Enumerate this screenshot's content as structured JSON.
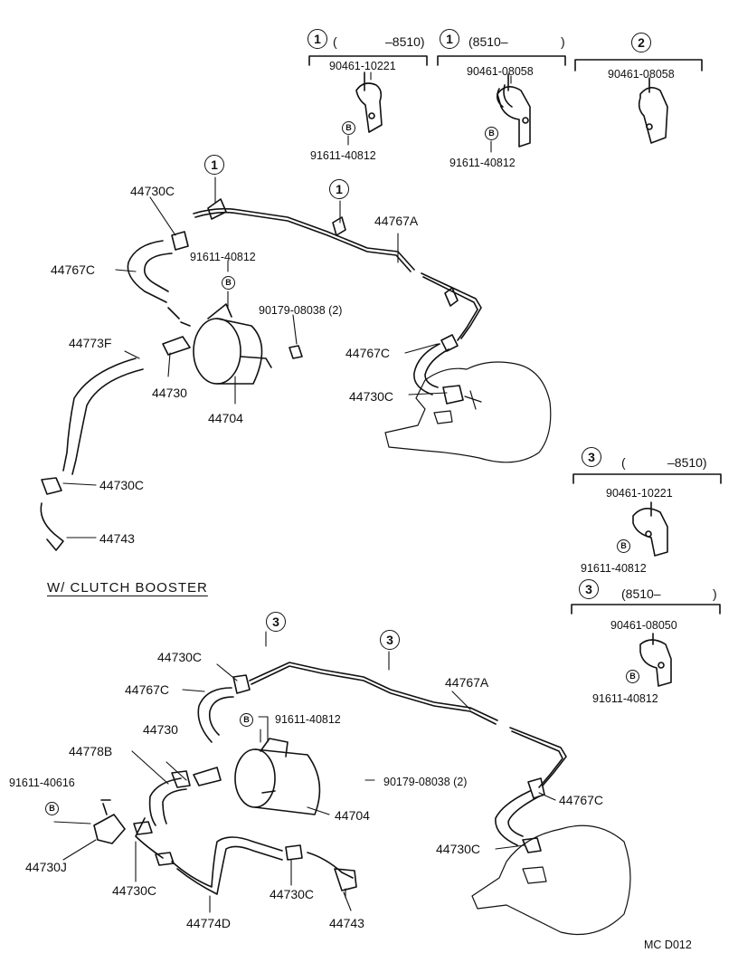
{
  "inset_top": [
    {
      "num": "1",
      "range_open": "(",
      "range_text": "–8510)",
      "part": "90461-10221",
      "bolt": "91611-40812"
    },
    {
      "num": "1",
      "range_open": "(8510–",
      "range_text": ")",
      "part": "90461-08058",
      "bolt": "91611-40812"
    },
    {
      "num": "2",
      "range_open": "",
      "range_text": "",
      "part": "90461-08058",
      "bolt": ""
    }
  ],
  "inset_right": [
    {
      "num": "3",
      "range_open": "(",
      "range_text": "–8510)",
      "part": "90461-10221",
      "bolt": "91611-40812"
    },
    {
      "num": "3",
      "range_open": "(8510–",
      "range_text": ")",
      "part": "90461-08050",
      "bolt": "91611-40812"
    }
  ],
  "bolt_symbol": "B",
  "top_assembly": {
    "callout_a": "1",
    "callout_b": "1",
    "l_44730C_1": "44730C",
    "l_44767C_1": "44767C",
    "l_bolt": "91611-40812",
    "l_nut": "90179-08038 (2)",
    "l_44767A": "44767A",
    "l_44773F": "44773F",
    "l_44730": "44730",
    "l_44704": "44704",
    "l_44767C_2": "44767C",
    "l_44730C_2": "44730C",
    "l_44730C_3": "44730C",
    "l_44743": "44743"
  },
  "section_title": "W/ CLUTCH BOOSTER",
  "bottom_assembly": {
    "callout_a": "3",
    "callout_b": "3",
    "l_44730C_1": "44730C",
    "l_44767C_1": "44767C",
    "l_bolt": "91611-40812",
    "l_44730": "44730",
    "l_44778B": "44778B",
    "l_bolt2": "91611-40616",
    "l_44767A": "44767A",
    "l_nut": "90179-08038 (2)",
    "l_44704": "44704",
    "l_44767C_2": "44767C",
    "l_44730C_2": "44730C",
    "l_44730J": "44730J",
    "l_44730C_3": "44730C",
    "l_44774D": "44774D",
    "l_44730C_4": "44730C",
    "l_44743": "44743"
  },
  "footer_code": "MC  D012"
}
